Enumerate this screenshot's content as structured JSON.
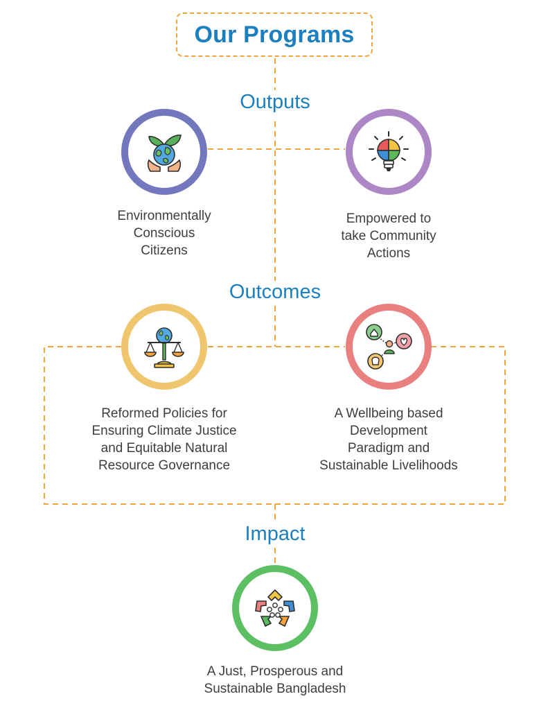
{
  "title": "Our Programs",
  "sections": {
    "outputs": "Outputs",
    "outcomes": "Outcomes",
    "impact": "Impact"
  },
  "outputs": [
    {
      "lines": [
        "Environmentally",
        "Conscious",
        "Citizens"
      ],
      "icon": "earth-plants-hands-icon",
      "ring_color": "#7377be"
    },
    {
      "lines": [
        "Empowered to",
        "take Community",
        "Actions"
      ],
      "icon": "puzzle-lightbulb-icon",
      "ring_color": "#ad86c6"
    }
  ],
  "outcomes": [
    {
      "lines": [
        "Reformed Policies for",
        "Ensuring Climate Justice",
        "and Equitable Natural",
        "Resource Governance"
      ],
      "icon": "globe-scales-icon",
      "ring_color": "#efc56e"
    },
    {
      "lines": [
        "A Wellbeing based",
        "Development",
        "Paradigm and",
        "Sustainable Livelihoods"
      ],
      "icon": "wellbeing-network-icon",
      "ring_color": "#ea7f80"
    }
  ],
  "impact": {
    "lines": [
      "A Just, Prosperous and",
      "Sustainable Bangladesh"
    ],
    "icon": "community-people-icon",
    "ring_color": "#5cc063"
  },
  "connector_color": "#f2a33a"
}
